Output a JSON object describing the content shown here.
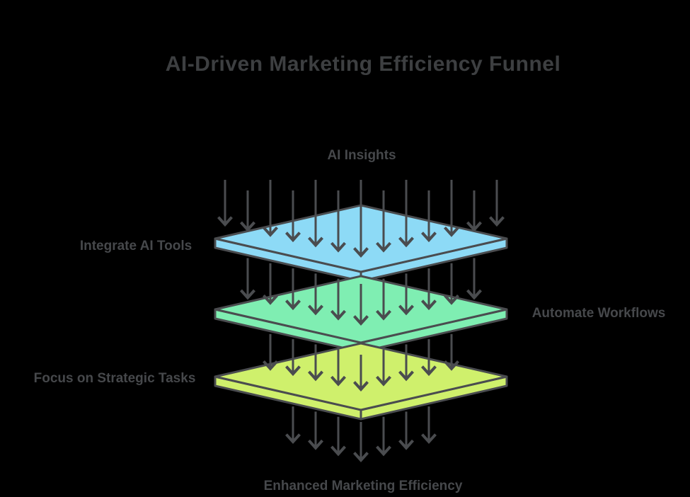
{
  "title": "AI-Driven Marketing Efficiency Funnel",
  "flow": {
    "input_label": "AI Insights",
    "output_label": "Enhanced Marketing Efficiency",
    "stage_arrow_counts": [
      13,
      11,
      9,
      7
    ]
  },
  "layers": [
    {
      "label": "Integrate AI Tools",
      "label_side": "left",
      "fill": "#8ddaf6"
    },
    {
      "label": "Automate Workflows",
      "label_side": "right",
      "fill": "#7feeb2"
    },
    {
      "label": "Focus on Strategic Tasks",
      "label_side": "left",
      "fill": "#cff06c"
    }
  ],
  "colors": {
    "background": "#000000",
    "outline": "#4a4c4f",
    "arrow": "#4a4c4f",
    "title_text": "#3d3f41",
    "label_text": "#46484b"
  }
}
